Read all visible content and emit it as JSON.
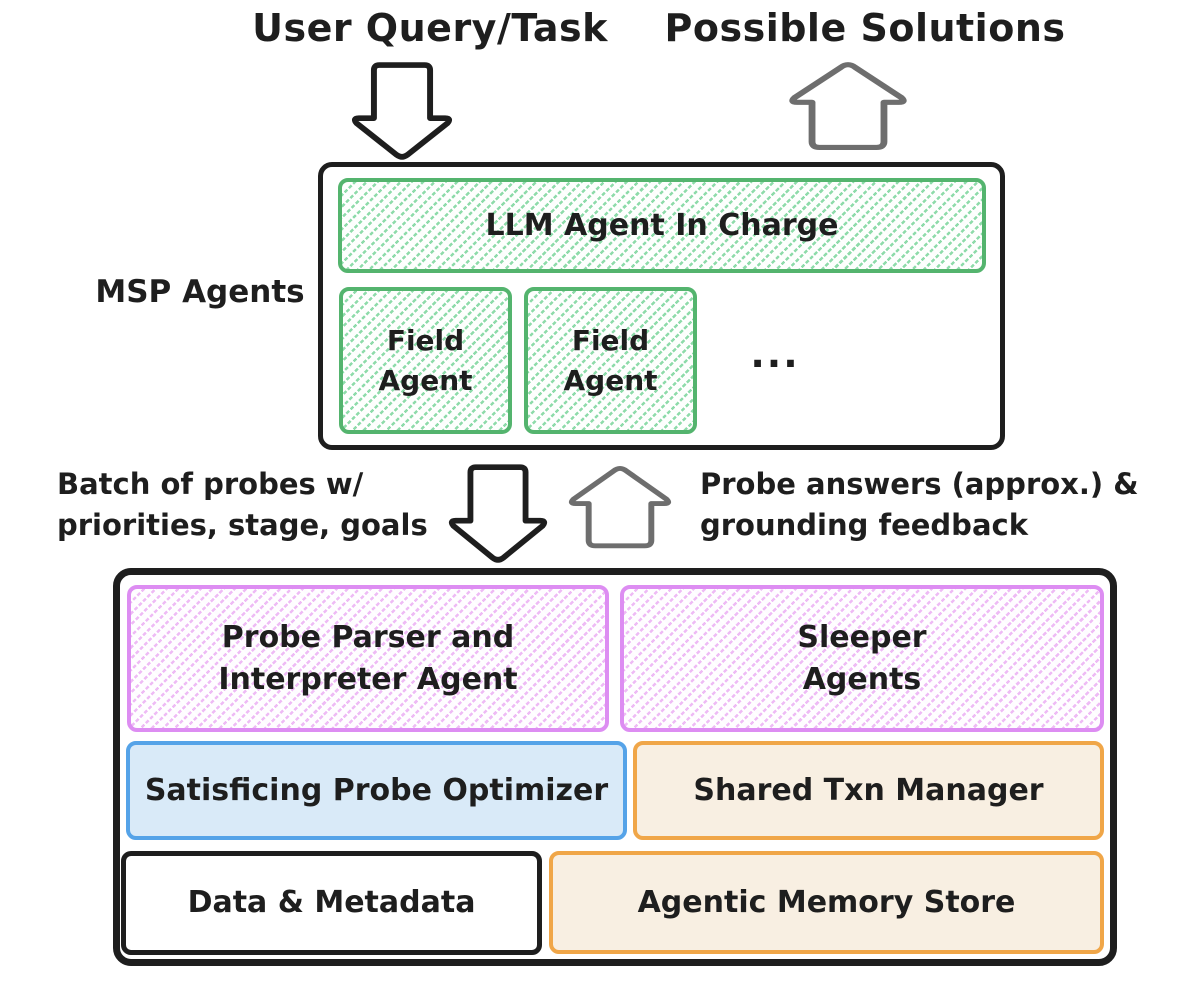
{
  "colors": {
    "ink": "#1e1e1e",
    "arrow_gray": "#6e6e6e",
    "green_border": "#54b46e",
    "green_hatch": "#8edbaa",
    "pink_border": "#dd8df2",
    "pink_hatch": "#eebbf5",
    "blue_border": "#55a3e8",
    "blue_fill": "#d9eaf8",
    "orange_border": "#f0a648",
    "orange_fill": "#f8efe2"
  },
  "top": {
    "user_query_title": "User Query/Task",
    "possible_solutions_title": "Possible Solutions"
  },
  "msp": {
    "label": "MSP Agents",
    "llm_agent": "LLM Agent In Charge",
    "field_agent_line1": "Field",
    "field_agent_line2": "Agent",
    "ellipsis": "..."
  },
  "middle": {
    "batch_line1": "Batch of probes w/",
    "batch_line2": "priorities, stage, goals",
    "answers_line1": "Probe answers (approx.) &",
    "answers_line2": "grounding feedback"
  },
  "bottom": {
    "probe_parser_line1": "Probe Parser and",
    "probe_parser_line2": "Interpreter Agent",
    "sleeper_line1": "Sleeper",
    "sleeper_line2": "Agents",
    "optimizer_label": "Satisficing Probe Optimizer",
    "txn_manager_label": "Shared Txn Manager",
    "data_metadata_label": "Data & Metadata",
    "memory_store_label": "Agentic Memory Store"
  }
}
